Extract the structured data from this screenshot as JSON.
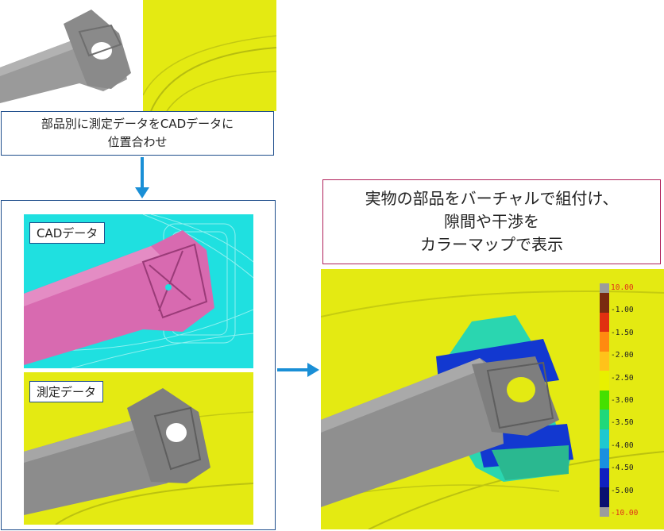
{
  "step1": {
    "line1": "部品別に測定データをCADデータに",
    "line2": "位置合わせ"
  },
  "panel": {
    "cad_label": "CADデータ",
    "measured_label": "測定データ"
  },
  "result": {
    "line1": "実物の部品をバーチャルで組付け、",
    "line2": "隙間や干渉を",
    "line3": "カラーマップで表示"
  },
  "legend": {
    "labels": [
      "10.00",
      "-1.00",
      "-1.50",
      "-2.00",
      "-2.50",
      "-3.00",
      "-3.50",
      "-4.00",
      "-4.50",
      "-5.00",
      "-10.00"
    ],
    "colors": [
      "#7a2a10",
      "#e03010",
      "#ff8a10",
      "#ffc21a",
      "#e8f000",
      "#44e000",
      "#1fd87a",
      "#1ec8d0",
      "#1a90e0",
      "#1020c0",
      "#0a1070"
    ]
  },
  "colors": {
    "blue_frame": "#1f4e8c",
    "arrow": "#1a8fd6",
    "result_frame": "#b0205a",
    "cad_background": "#1fe0e0",
    "cad_part": "#d86ab0",
    "scan_background": "#e4ea12",
    "scan_part": "#8c8c8c"
  }
}
